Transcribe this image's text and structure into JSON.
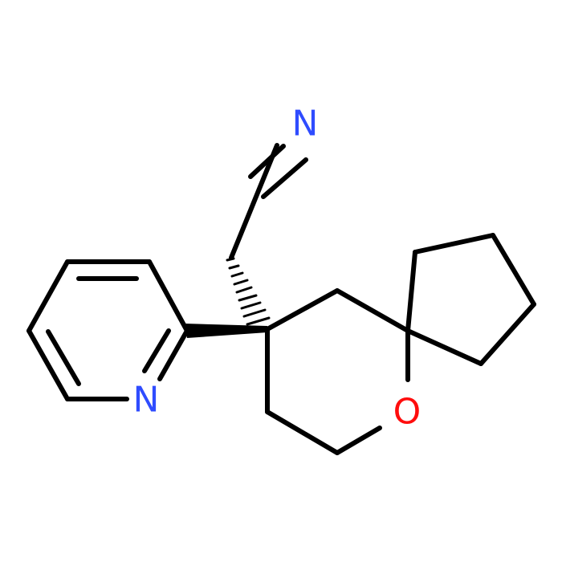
{
  "molecule": {
    "atoms": {
      "nitrile_n": {
        "symbol": "N",
        "color": "#2f4cff"
      },
      "pyridine_n": {
        "symbol": "N",
        "color": "#2f4cff"
      },
      "ring_o": {
        "symbol": "O",
        "color": "#ff0d0d"
      }
    },
    "bond_color": "#000000"
  }
}
